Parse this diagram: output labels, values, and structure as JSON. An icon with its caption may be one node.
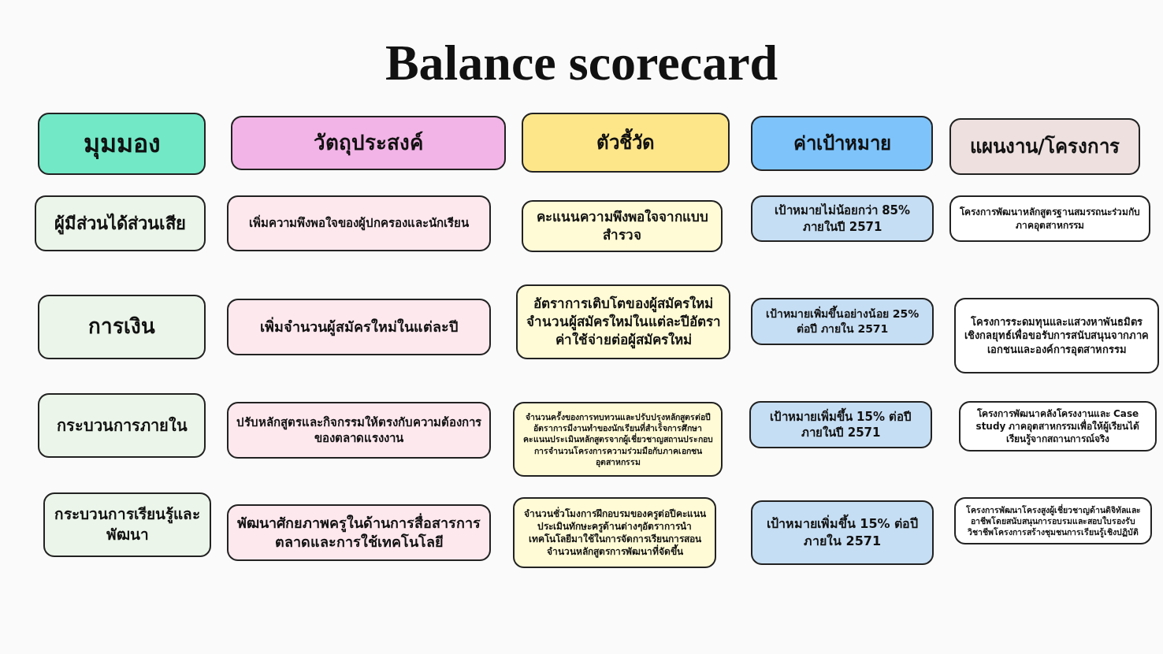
{
  "diagram": {
    "title": "Balance scorecard",
    "nodes": [
      {
        "text": [
          "มุมมอง"
        ]
      },
      {
        "text": [
          "วัตถุประสงค์"
        ]
      },
      {
        "text": [
          "ตัวชี้วัด"
        ]
      },
      {
        "text": [
          "ค่าเป้าหมาย"
        ]
      },
      {
        "text": [
          "แผนงาน/โครงการ"
        ]
      },
      {
        "text": [
          "ผู้มีส่วนได้ส่วนเสีย"
        ]
      },
      {
        "text": [
          "เพิ่มความพึงพอใจของผู้ปกครองและนักเรียน"
        ]
      },
      {
        "text": [
          "คะแนนความพึงพอใจจากแบบสำรวจ"
        ]
      },
      {
        "text": [
          "เป้าหมายไม่น้อยกว่า 85% ภายในปี 2571"
        ]
      },
      {
        "text": [
          "โครงการพัฒนาหลักสูตรฐานสมรรถนะร่วมกับภาคอุตสาหกรรม"
        ]
      },
      {
        "text": [
          "การเงิน"
        ]
      },
      {
        "text": [
          "เพิ่มจำนวนผู้สมัครใหม่ในแต่ละปี"
        ]
      },
      {
        "text": [
          "อัตราการเติบโตของผู้สมัครใหม่จำนวนผู้สมัครใหม่ในแต่ละปีอัตราค่าใช้จ่ายต่อผู้สมัครใหม่"
        ]
      },
      {
        "text": [
          "เป้าหมายเพิ่มขึ้นอย่างน้อย 25% ต่อปี ภายใน 2571"
        ]
      },
      {
        "text": [
          "โครงการระดมทุนและแสวงหาพันธมิตรเชิงกลยุทธ์เพื่อขอรับการสนับสนุนจากภาคเอกชนและองค์การอุตสาหกรรม"
        ]
      },
      {
        "text": [
          "กระบวนการภายใน"
        ]
      },
      {
        "text": [
          "ปรับหลักสูตรและกิจกรรมให้ตรงกับความต้องการของตลาดแรงงาน"
        ]
      },
      {
        "text": [
          "จำนวนครั้งของการทบทวนและปรับปรุงหลักสูตรต่อปี อัตราการมีงานทำของนักเรียนที่สำเร็จการศึกษา คะแนนประเมินหลักสูตรจากผู้เชี่ยวชาญสถานประกอบการจำนวนโครงการความร่วมมือกับภาคเอกชนอุตสาหกรรม"
        ]
      },
      {
        "text": [
          "เป้าหมายเพิ่มขึ้น 15% ต่อปี ภายในปี 2571"
        ]
      },
      {
        "text": [
          "โครงการพัฒนาคลังโครงงานและ Case study ภาคอุตสาหกรรมเพื่อให้ผู้เรียนได้เรียนรู้จากสถานการณ์จริง"
        ]
      },
      {
        "text": [
          "กระบวนการเรียนรู้และพัฒนา"
        ]
      },
      {
        "text": [
          "พัฒนาศักยภาพครูในด้านการสื่อสารการตลาดและการใช้เทคโนโลยี"
        ]
      },
      {
        "text": [
          "จำนวนชั่วโมงการฝึกอบรมของครูต่อปีคะแนนประเมินทักษะครูด้านต่างๆอัตราการนำเทคโนโลยีมาใช้ในการจัดการเรียนการสอนจำนวนหลักสูตรการพัฒนาที่จัดขึ้น"
        ]
      },
      {
        "text": [
          "เป้าหมายเพิ่มขึ้น 15% ต่อปี ภายใน 2571"
        ]
      },
      {
        "text": [
          "โครงการพัฒนาโครงสูงผู้เชี่ยวชาญด้านดิจิทัลและอาชีพโดยสนับสนุนการอบรมและสอบใบรองรับวิชาชีพโครงการสร้างชุมชนการเรียนรู้เชิงปฏิบัติ"
        ]
      }
    ]
  }
}
